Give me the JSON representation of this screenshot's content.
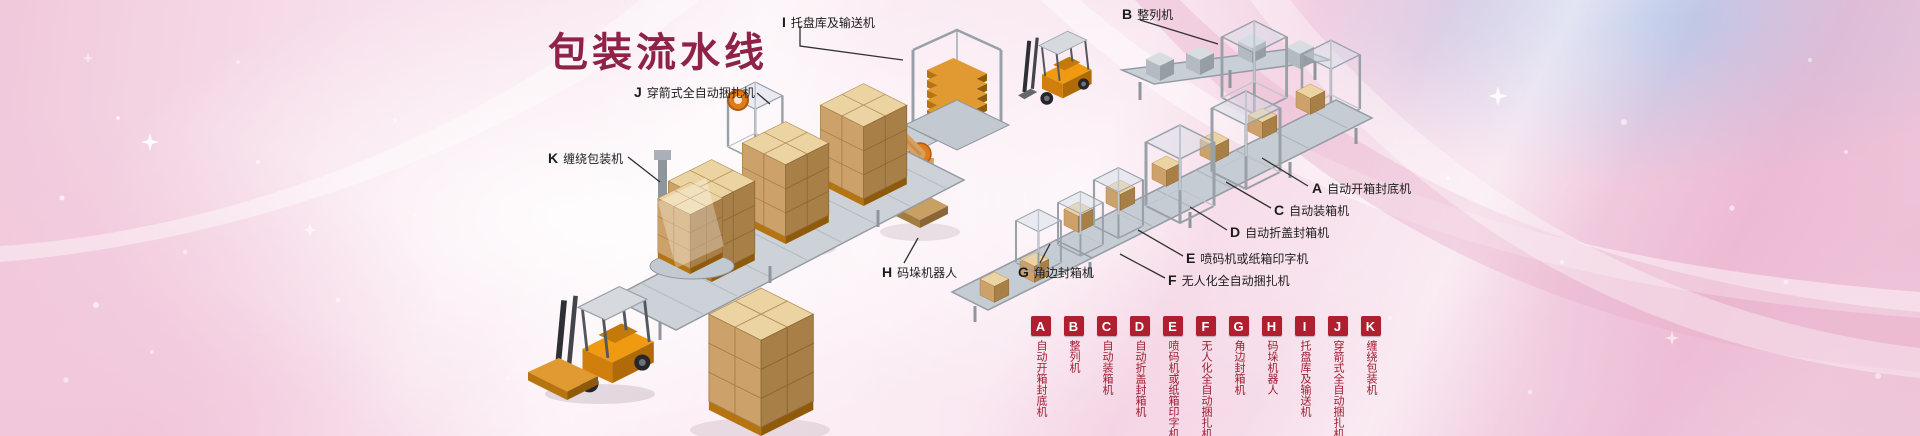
{
  "title": "包装流水线",
  "colors": {
    "title": "#8e2247",
    "legend_badge": "#b01f30",
    "legend_text": "#9e1c30",
    "label_text": "#1c1c1c"
  },
  "diagram_labels": [
    {
      "letter": "I",
      "text": "托盘库及输送机"
    },
    {
      "letter": "B",
      "text": "整列机"
    },
    {
      "letter": "J",
      "text": "穿箭式全自动捆扎机"
    },
    {
      "letter": "K",
      "text": "缠绕包装机"
    },
    {
      "letter": "A",
      "text": "自动开箱封底机"
    },
    {
      "letter": "C",
      "text": "自动装箱机"
    },
    {
      "letter": "D",
      "text": "自动折盖封箱机"
    },
    {
      "letter": "E",
      "text": "喷码机或纸箱印字机"
    },
    {
      "letter": "F",
      "text": "无人化全自动捆扎机"
    },
    {
      "letter": "G",
      "text": "角边封箱机"
    },
    {
      "letter": "H",
      "text": "码垛机器人"
    }
  ],
  "legend": {
    "items": [
      {
        "letter": "A",
        "label": "自动开箱封底机"
      },
      {
        "letter": "B",
        "label": "整列机"
      },
      {
        "letter": "C",
        "label": "自动装箱机"
      },
      {
        "letter": "D",
        "label": "自动折盖封箱机"
      },
      {
        "letter": "E",
        "label": "喷码机或纸箱印字机"
      },
      {
        "letter": "F",
        "label": "无人化全自动捆扎机"
      },
      {
        "letter": "G",
        "label": "角边封箱机"
      },
      {
        "letter": "H",
        "label": "码垛机器人"
      },
      {
        "letter": "I",
        "label": "托盘库及输送机"
      },
      {
        "letter": "J",
        "label": "穿箭式全自动捆扎机"
      },
      {
        "letter": "K",
        "label": "缠绕包装机"
      }
    ]
  }
}
